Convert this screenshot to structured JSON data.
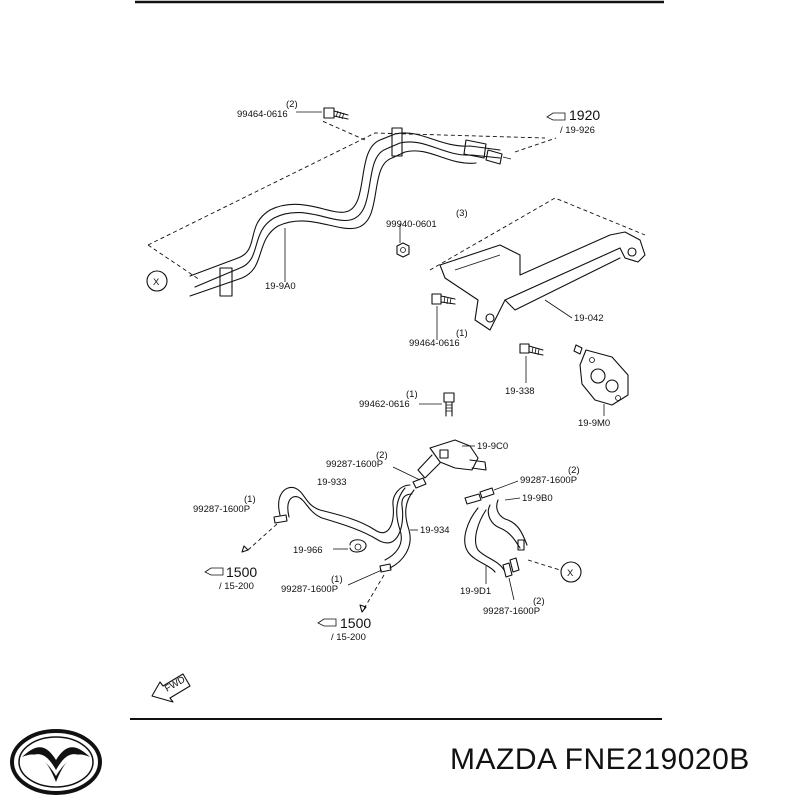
{
  "labels": {
    "bolt_top": "99464-0616",
    "bolt_top_qty": "(2)",
    "ref_top": "1920",
    "ref_top_sub": "/ 19-926",
    "pipe": "19-9A0",
    "nut": "99940-0601",
    "nut_qty": "(3)",
    "bracket": "19-042",
    "bolt_mid": "99464-0616",
    "bolt_mid_qty": "(1)",
    "stud": "19-338",
    "gasket": "19-9M0",
    "bolt_low": "99462-0616",
    "bolt_low_qty": "(1)",
    "valve": "19-9C0",
    "clamp_a": "99287-1600P",
    "clamp_a_qty": "(2)",
    "clamp_b": "99287-1600P",
    "clamp_b_qty": "(2)",
    "hose_b0": "19-9B0",
    "clamp_c": "99287-1600P",
    "clamp_c_qty": "(1)",
    "hose_933": "19-933",
    "hose_934": "19-934",
    "clip": "19-966",
    "clamp_d": "99287-1600P",
    "clamp_d_qty": "(1)",
    "ref_left": "1500",
    "ref_left_sub": "/ 15-200",
    "ref_mid": "1500",
    "ref_mid_sub": "/ 15-200",
    "hose_d1": "19-9D1",
    "clamp_e": "99287-1600P",
    "clamp_e_qty": "(2)",
    "mark_x": "X",
    "fwd": "FWD"
  },
  "brand": {
    "caption": "MAZDA FNE219020B",
    "logo": "mazda-logo"
  }
}
